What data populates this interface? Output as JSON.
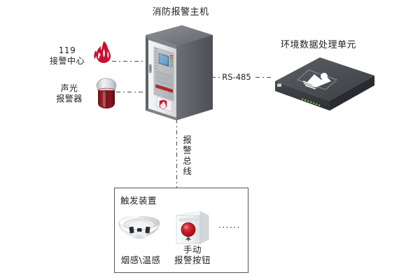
{
  "diagram": {
    "type": "fire-alarm-system-topology",
    "background": "#ffffff",
    "nodes": [
      {
        "id": "fire-alarm-host",
        "label": "消防报警主机",
        "icon": "fire-alarm-control-panel-icon",
        "colors": {
          "cabinet": "#6d7074",
          "face": "#eceef0",
          "screen": "#4a7fb5",
          "emblem": "#c8102e"
        }
      },
      {
        "id": "alarm-receiving-center",
        "label": "119\n接警中心",
        "icon": "flame-icon",
        "colors": {
          "flame": "#c8102e"
        }
      },
      {
        "id": "sound-light-alarm",
        "label": "声光\n报警器",
        "icon": "beacon-icon",
        "colors": {
          "cap": "#d9dcdf",
          "body": "#8e1620"
        }
      },
      {
        "id": "environment-data-unit",
        "label": "环境数据处理单元",
        "icon": "data-processing-unit-icon",
        "colors": {
          "top": "#55585c",
          "front": "#3c3f43",
          "side": "#2e3134",
          "led": "#7ac943"
        }
      },
      {
        "id": "smoke-heat-detector",
        "label": "烟感\\温感",
        "icon": "smoke-detector-icon",
        "colors": {
          "body": "#f2f3f5",
          "vent": "#2b2b2b"
        }
      },
      {
        "id": "manual-call-point",
        "label": "手动\n报警按钮",
        "icon": "manual-alarm-button-icon",
        "colors": {
          "box": "#f4f5f6",
          "button": "#c01a22"
        }
      }
    ],
    "group": {
      "id": "trigger-devices",
      "label": "触发装置",
      "ellipsis": "······"
    },
    "edges": [
      {
        "id": "edge-host-to-center",
        "label": "",
        "style": "dash-dot"
      },
      {
        "id": "edge-host-to-beacon",
        "label": "",
        "style": "dash-dot"
      },
      {
        "id": "edge-host-to-data-unit",
        "label": "RS-485",
        "style": "dash-dot"
      },
      {
        "id": "edge-host-to-triggers",
        "label": "报警总线",
        "style": "dash-dot",
        "orientation": "vertical"
      }
    ],
    "bus_label_chars": [
      "报",
      "警",
      "总",
      "线"
    ]
  }
}
